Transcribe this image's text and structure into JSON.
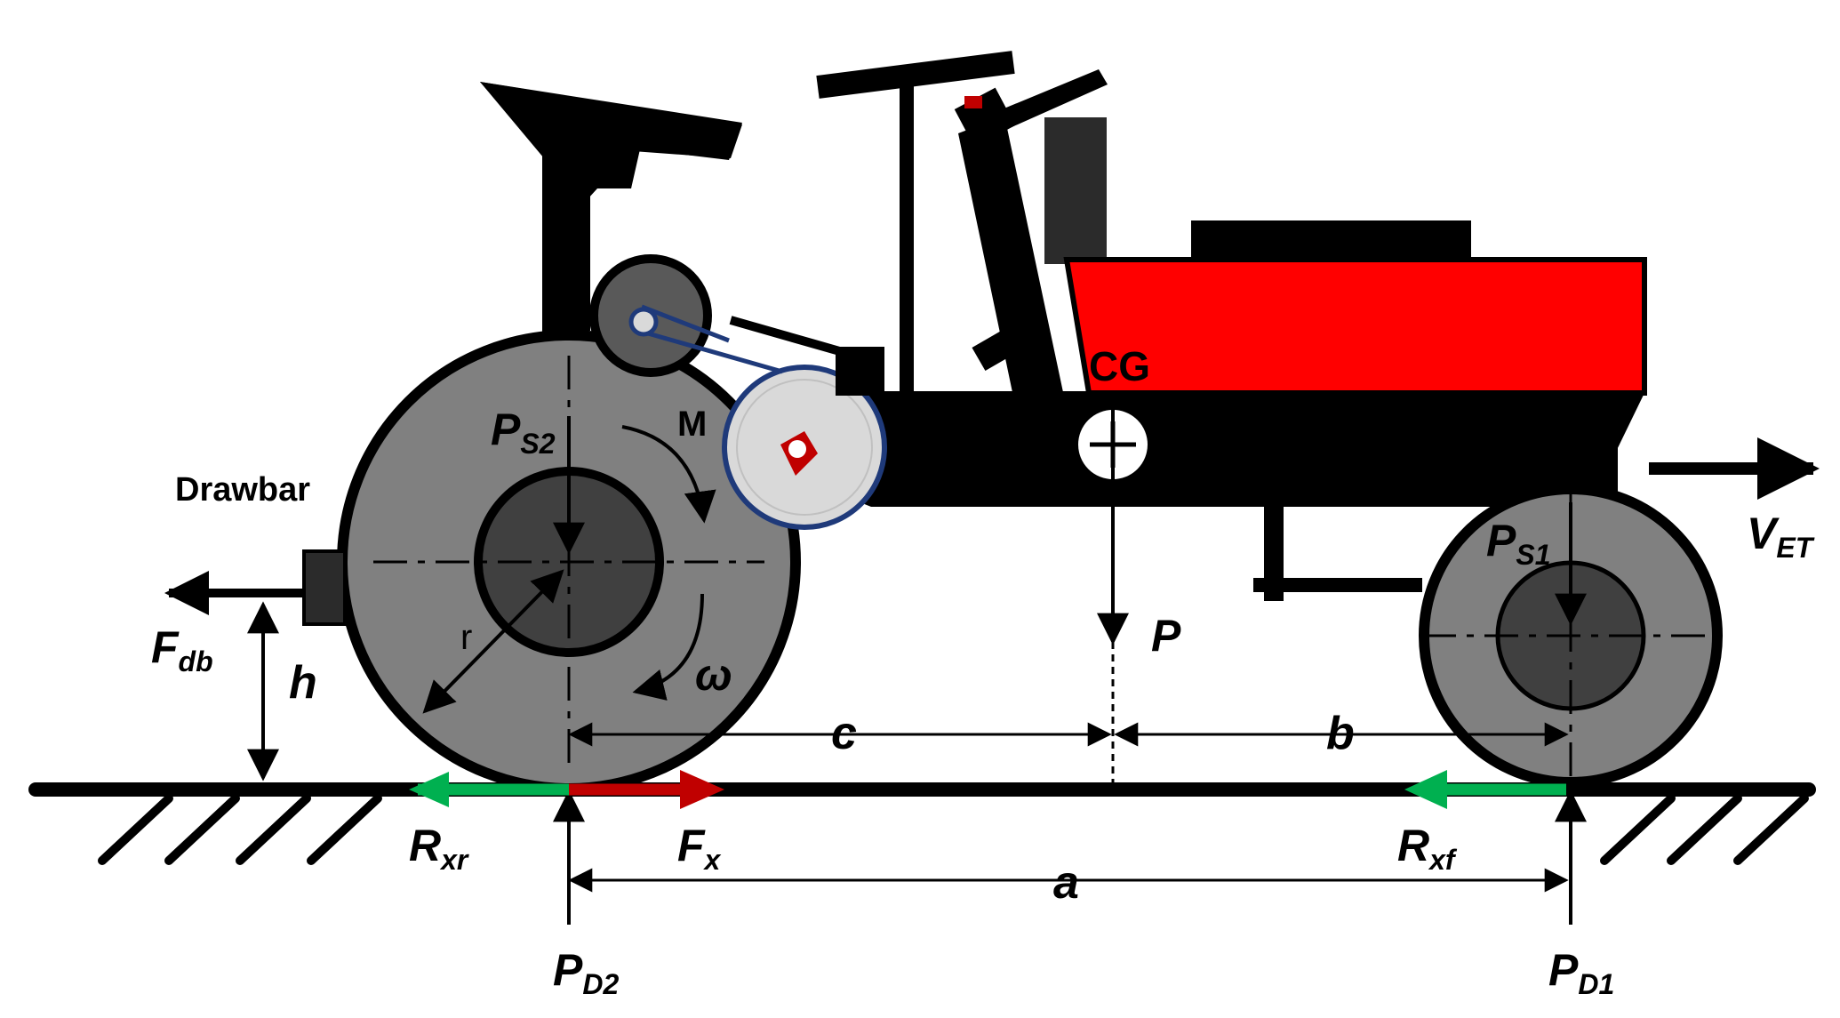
{
  "labels": {
    "drawbar": "Drawbar",
    "cg": "CG",
    "moment": "M",
    "omega": "ω",
    "radius": "r",
    "height": "h",
    "load_p": "P",
    "dim_a": "a",
    "dim_b": "b",
    "dim_c": "c",
    "ps2_main": "P",
    "ps2_sub": "S2",
    "ps1_main": "P",
    "ps1_sub": "S1",
    "pd2_main": "P",
    "pd2_sub": "D2",
    "pd1_main": "P",
    "pd1_sub": "D1",
    "fdb_main": "F",
    "fdb_sub": "db",
    "fx_main": "F",
    "fx_sub": "x",
    "rxr_main": "R",
    "rxr_sub": "xr",
    "rxf_main": "R",
    "rxf_sub": "xf",
    "vet_main": "V",
    "vet_sub": "ET"
  },
  "colors": {
    "body_red": "#ff0000",
    "frame_black": "#000000",
    "wheel_gray": "#808080",
    "hub_dark": "#404040",
    "pulley_light": "#d9d9d9",
    "belt_blue": "#1f3a7a",
    "reaction_green": "#00b050",
    "traction_red": "#c00000"
  }
}
